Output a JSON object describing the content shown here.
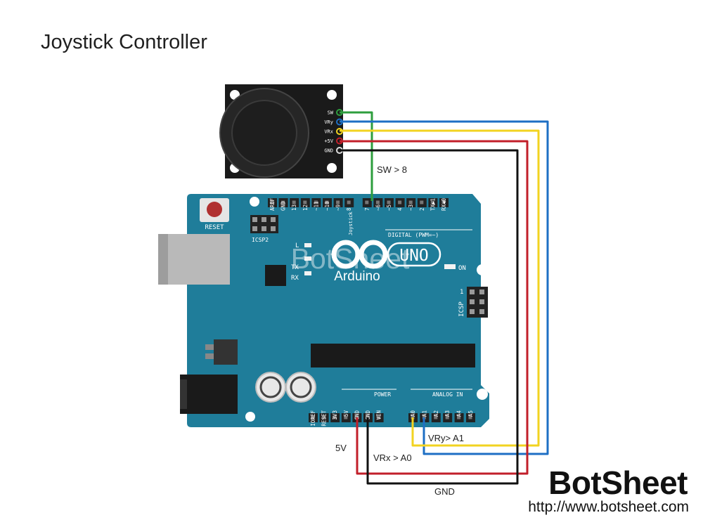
{
  "title": "Joystick Controller",
  "brand": {
    "name": "BotSheet",
    "url": "http://www.botsheet.com",
    "watermark": "BotSheet"
  },
  "colors": {
    "board": "#1f7d9a",
    "board_dark": "#16637a",
    "wire_sw": "#2e9e3e",
    "wire_vry": "#1e6fc4",
    "wire_vrx": "#f2d320",
    "wire_5v": "#c21f2a",
    "wire_gnd": "#111111",
    "reset_button": "#b03030"
  },
  "joystick": {
    "pins": [
      "SW",
      "VRy",
      "VRx",
      "+5V",
      "GND"
    ],
    "module_text": "Joystick"
  },
  "arduino": {
    "brand": "Arduino",
    "model": "UNO",
    "reset": "RESET",
    "icsp2": "ICSP2",
    "icsp": "ICSP",
    "on": "ON",
    "tx": "TX",
    "rx": "RX",
    "l": "L",
    "digital_label": "DIGITAL (PWM=~)",
    "power_label": "POWER",
    "analog_label": "ANALOG IN",
    "digital_pins": [
      "AREF",
      "GND",
      "13",
      "12",
      "~11",
      "~10",
      "~9",
      "8",
      "7",
      "~6",
      "~5",
      "4",
      "~3",
      "2",
      "TX▶1",
      "RX◀0"
    ],
    "power_pins": [
      "IOREF",
      "RESET",
      "3V3",
      "5V",
      "GND",
      "GND",
      "VIN"
    ],
    "analog_pins": [
      "A0",
      "A1",
      "A2",
      "A3",
      "A4",
      "A5"
    ]
  },
  "connections": {
    "sw": "SW > 8",
    "vry": "VRy> A1",
    "vrx": "VRx > A0",
    "v5": "5V",
    "gnd": "GND"
  }
}
